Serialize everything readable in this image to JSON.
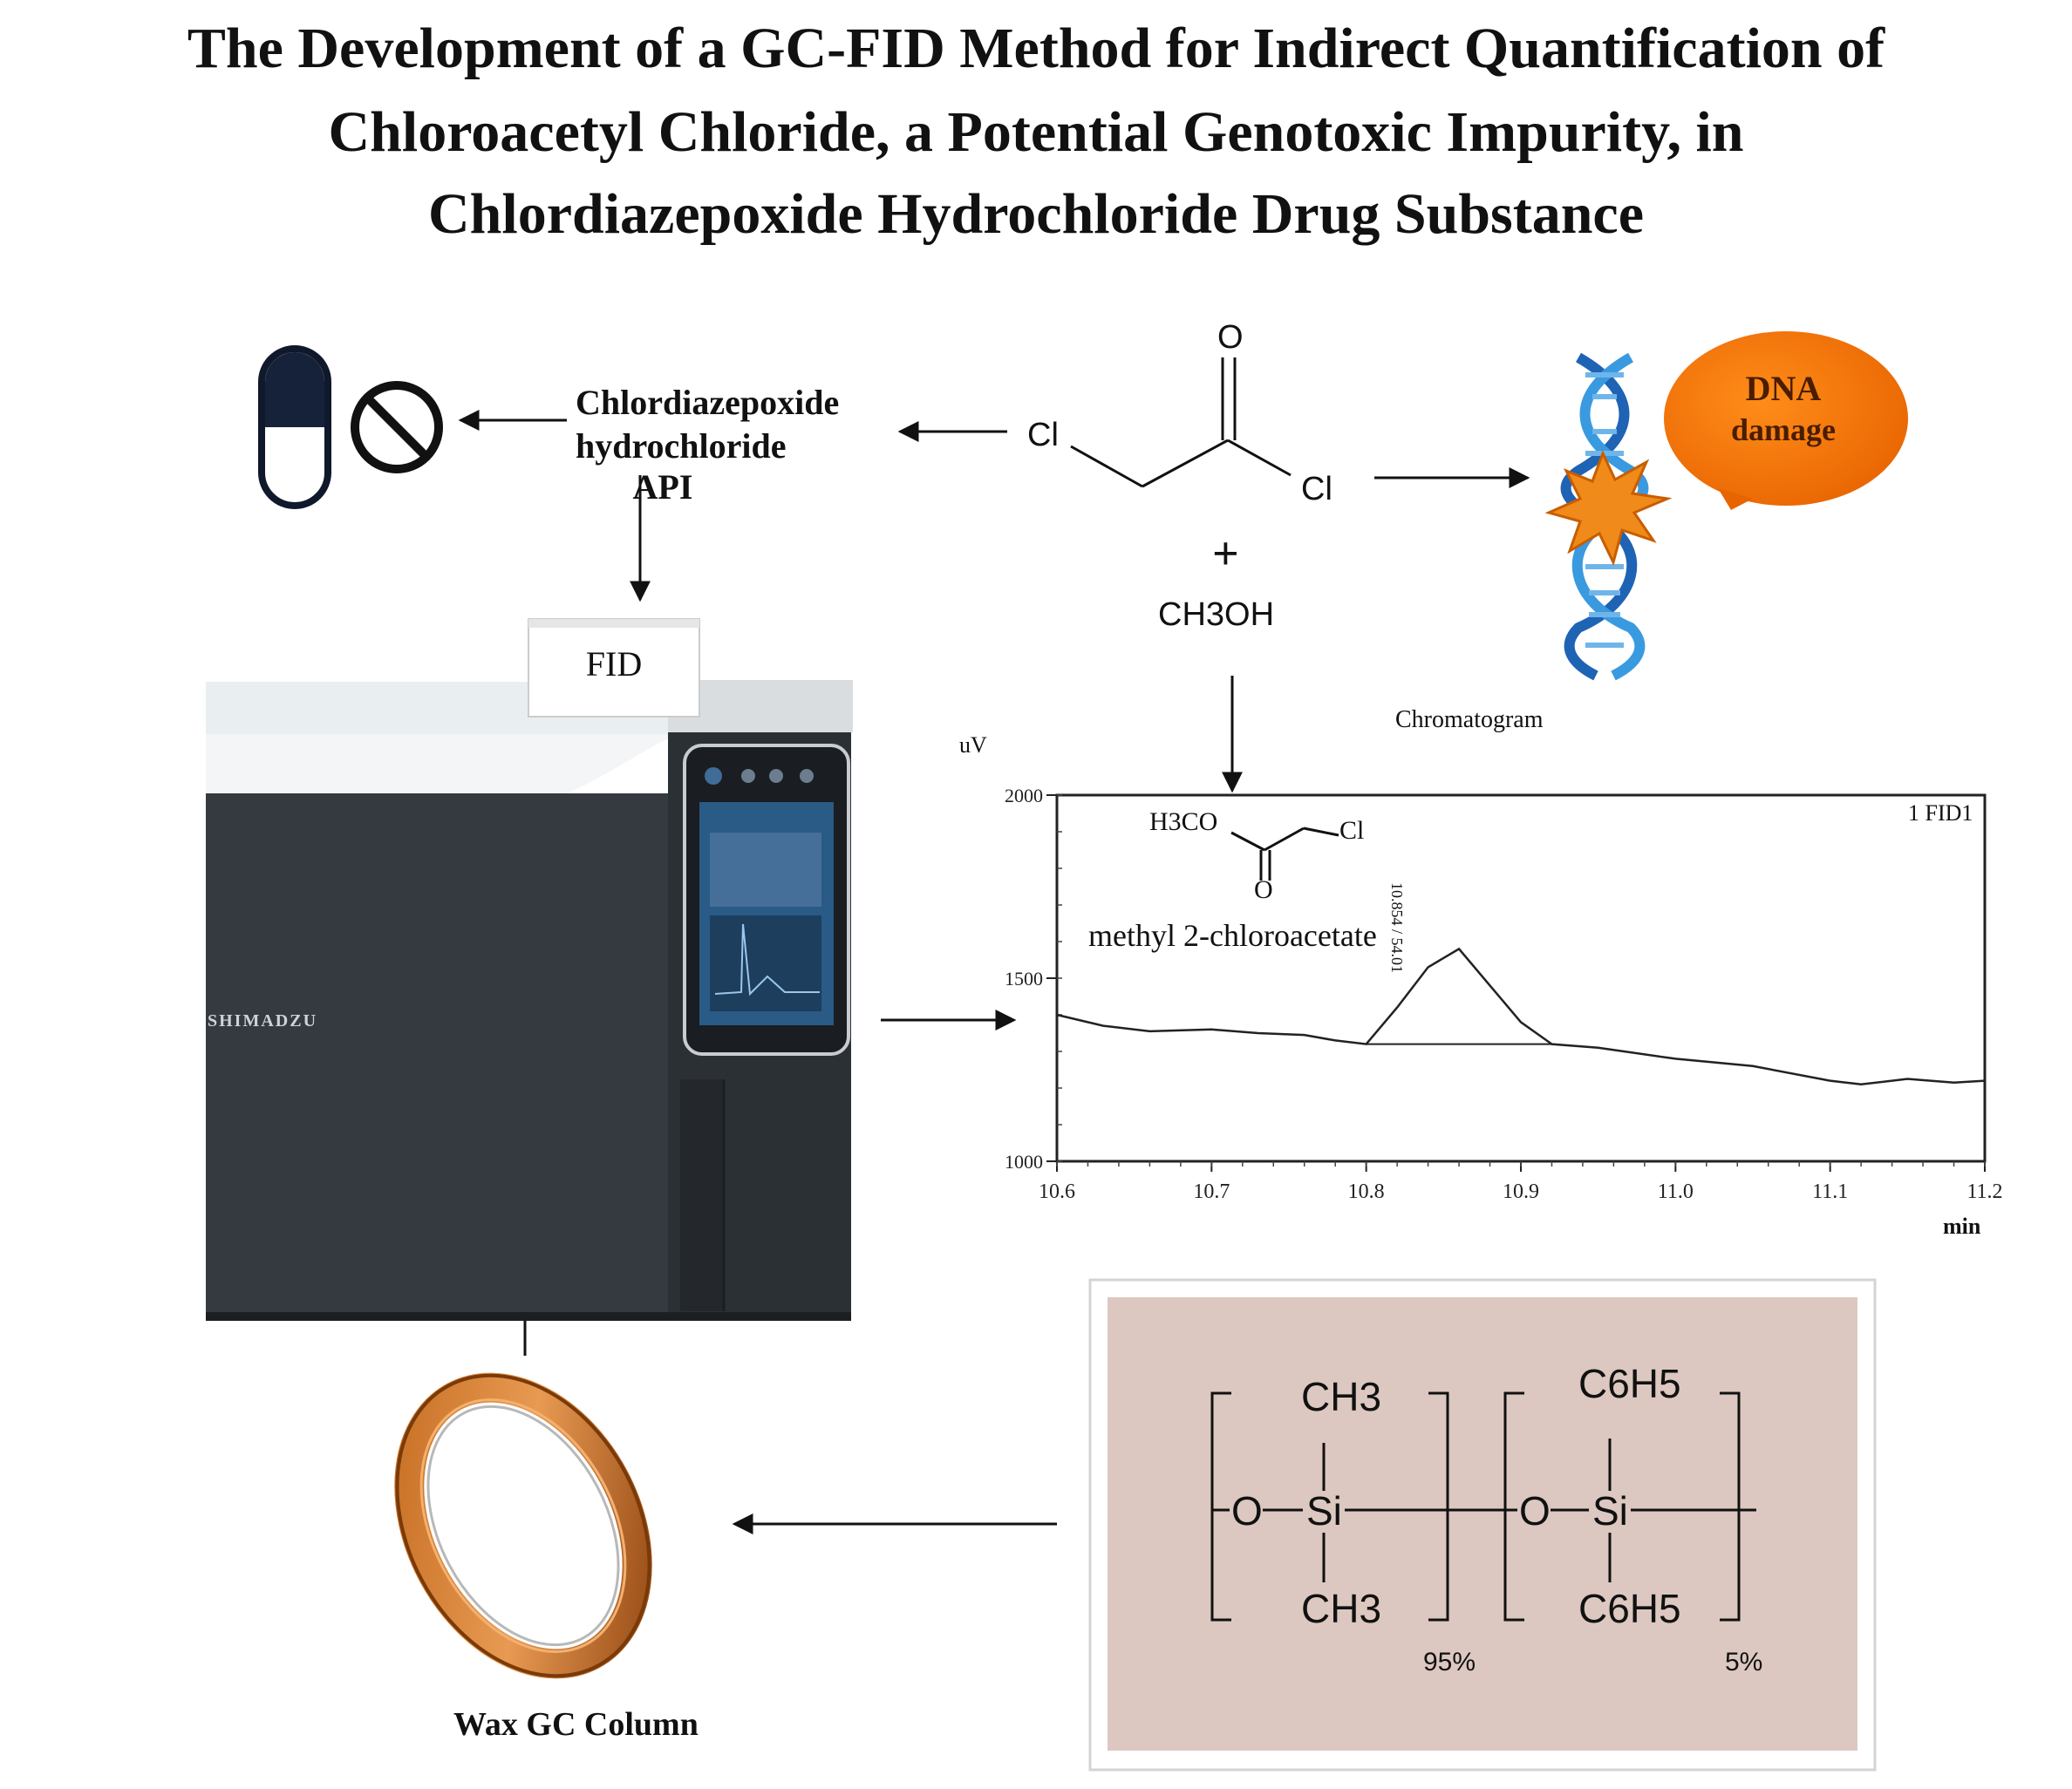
{
  "title": {
    "line1": "The Development of a GC-FID Method for Indirect Quantification of",
    "line2": "Chloroacetyl Chloride, a Potential Genotoxic Impurity, in",
    "line3": "Chlordiazepoxide Hydrochloride Drug Substance"
  },
  "api_label": {
    "line1": "Chlordiazepoxide",
    "line2": "hydrochloride API"
  },
  "reagent": {
    "cl_left": "Cl",
    "cl_right": "Cl",
    "oxygen": "O",
    "plus": "+",
    "methanol": "CH3OH"
  },
  "dna": {
    "label_line1": "DNA",
    "label_line2": "damage"
  },
  "instrument": {
    "detector": "FID",
    "brand": "SHIMADZU"
  },
  "column_label": "Wax GC Column",
  "chromatogram": {
    "title": "Chromatogram",
    "y_unit": "uV",
    "x_unit": "min",
    "trace_label": "1 FID1",
    "peak_label": "10.854 / 54.01",
    "compound": "methyl 2-chloroacetate",
    "formula_left": "H3CO",
    "formula_o": "O",
    "formula_cl": "Cl"
  },
  "chart_data": {
    "type": "line",
    "title": "Chromatogram",
    "xlabel": "min",
    "ylabel": "uV",
    "xlim": [
      10.6,
      11.2
    ],
    "ylim": [
      1000,
      2000
    ],
    "x_ticks": [
      "10.6",
      "10.7",
      "10.8",
      "10.9",
      "11.0",
      "11.1",
      "11.2"
    ],
    "y_ticks": [
      "2000",
      "1500",
      "1000"
    ],
    "series": [
      {
        "name": "1 FID1",
        "x": [
          10.6,
          10.63,
          10.66,
          10.7,
          10.73,
          10.76,
          10.78,
          10.8,
          10.82,
          10.84,
          10.86,
          10.88,
          10.9,
          10.92,
          10.95,
          11.0,
          11.05,
          11.1,
          11.12,
          11.15,
          11.18,
          11.2
        ],
        "y": [
          1400,
          1370,
          1355,
          1360,
          1350,
          1345,
          1330,
          1320,
          1420,
          1530,
          1580,
          1480,
          1380,
          1320,
          1310,
          1280,
          1260,
          1220,
          1210,
          1225,
          1215,
          1220
        ]
      }
    ]
  },
  "polymer": {
    "ch3_top": "CH3",
    "ch3_bottom": "CH3",
    "c6h5_top": "C6H5",
    "c6h5_bottom": "C6H5",
    "o1": "O",
    "si1": "Si",
    "o2": "O",
    "si2": "Si",
    "pct1": "95%",
    "pct2": "5%"
  }
}
